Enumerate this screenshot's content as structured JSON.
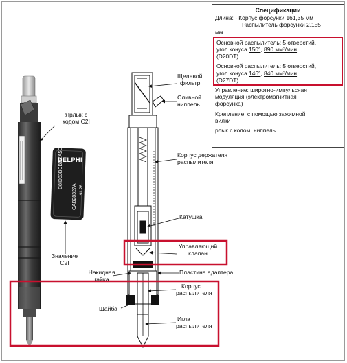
{
  "spec": {
    "title": "Спецификации",
    "length_label": "Длина:",
    "length_body": "· Корпус форсунки 161,35 мм",
    "length_nozzle": "· Распылитель форсунки 2,155",
    "length_unit": "мм",
    "nozzle1_line1": "Основной распылитель: 5 отверстий,",
    "nozzle1_prefix": "угол конуса ",
    "nozzle1_angle": "150°",
    "nozzle1_sep": ", ",
    "nozzle1_flow": "890 мм³/мин",
    "nozzle1_model": "(D20DT)",
    "nozzle2_line1": "Основной распылитель: 5 отверстий,",
    "nozzle2_prefix": "угол конуса ",
    "nozzle2_angle": "146°",
    "nozzle2_sep": ", ",
    "nozzle2_flow": "840 мм³/мин",
    "nozzle2_model": "(D27DT)",
    "control_line1": "Управление: широтно-импульсная",
    "control_line2": "модуляция (электромагнитная",
    "control_line3": "форсунка)",
    "mount_line1": "Крепление: с помощью зажимной",
    "mount_line2": "вилки",
    "connector": "рлык с кодом: ниппель"
  },
  "labels": {
    "c2i_tag_line1": "Ярлык с",
    "c2i_tag_line2": "кодом C2I",
    "c2i_value_line1": "Значение",
    "c2i_value_line2": "C2I",
    "slot_filter_line1": "Щелевой",
    "slot_filter_line2": "фильтр",
    "drain_line1": "Сливной",
    "drain_line2": "ниппель",
    "holder_line1": "Корпус держателя",
    "holder_line2": "распылителя",
    "coil": "Катушка",
    "control_valve_line1": "Управляющий",
    "control_valve_line2": "клапан",
    "cap_nut_line1": "Накидная",
    "cap_nut_line2": "гайка",
    "adapter_plate": "Пластина адаптера",
    "nozzle_body_line1": "Корпус",
    "nozzle_body_line2": "распылителя",
    "washer": "Шайба",
    "needle_line1": "Игла",
    "needle_line2": "распылителя"
  },
  "tag": {
    "brand": "DELPHI",
    "code_vertical": "C8ID83BCBDEA5CB",
    "code_right": "CAB28327A",
    "side_small": "9L 26"
  },
  "colors": {
    "highlight": "#c8102e",
    "injector_body": "#3c3c3c",
    "tag_bg": "#1e1e1e"
  }
}
